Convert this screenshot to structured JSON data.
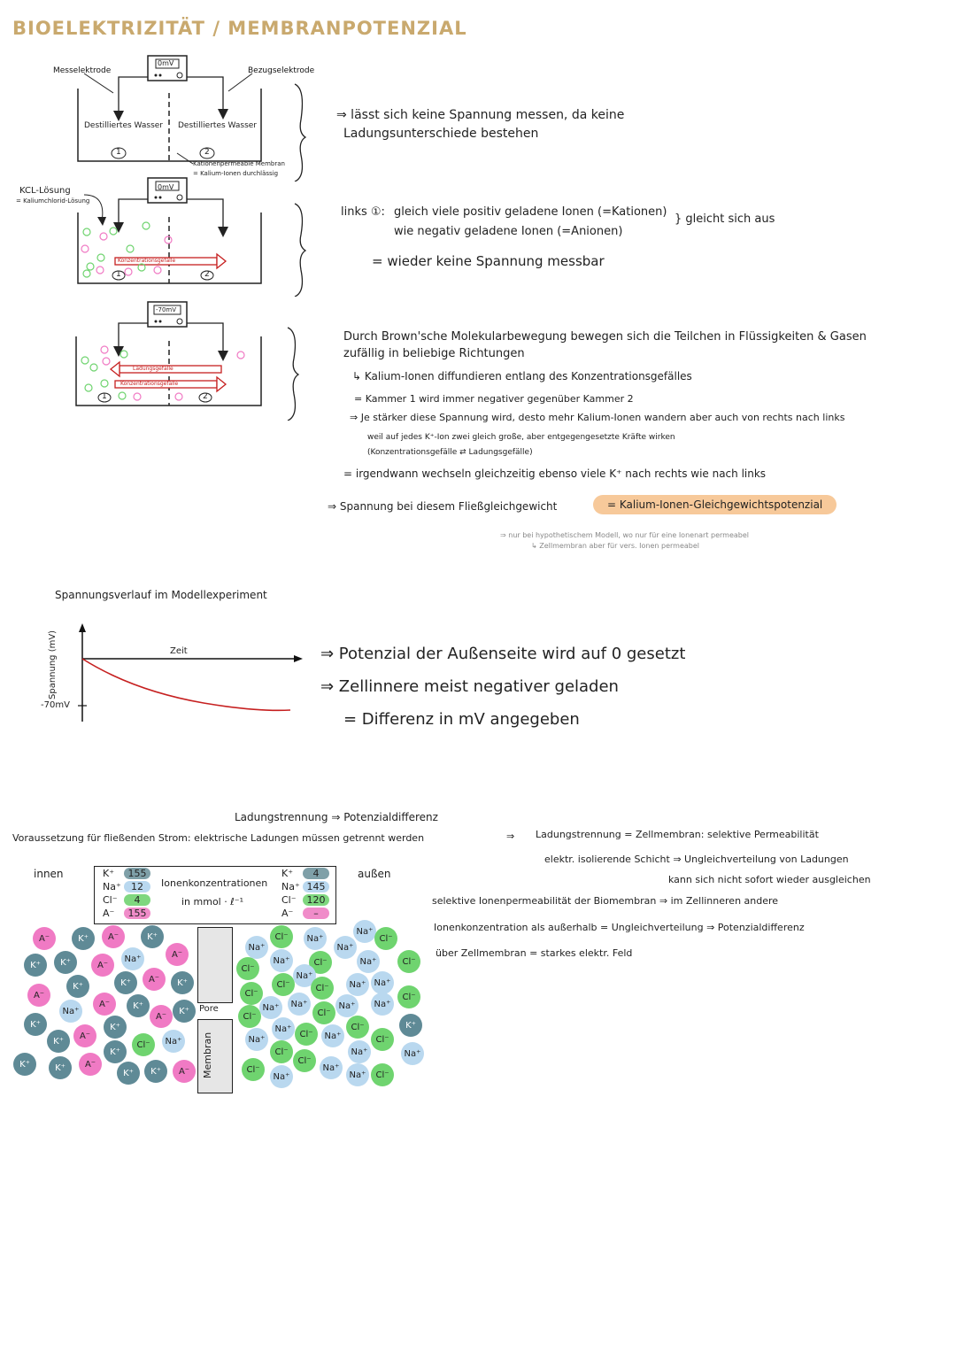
{
  "title": "BIOELEKTRIZITÄT / MEMBRANPOTENZIAL",
  "setup1": {
    "meter": "0mV",
    "left_label": "Messelektrode",
    "right_label": "Bezugselektrode",
    "left_chamber": "Destilliertes Wasser",
    "right_chamber": "Destilliertes Wasser",
    "num1": "1",
    "num2": "2",
    "membrane": "Kationenpermeable Membran",
    "membrane_sub": "= Kalium-Ionen durchlässig"
  },
  "setup2": {
    "meter": "0mV",
    "kcl": "KCL-Lösung",
    "kcl_sub": "= Kaliumchlorid-Lösung",
    "arrow": "Konzentrationsgefälle",
    "num1": "1",
    "num2": "2"
  },
  "setup3": {
    "meter": "-70mV",
    "arrow_left": "Ladungsgefälle",
    "arrow_right": "Konzentrationsgefälle",
    "num1": "1",
    "num2": "2"
  },
  "note1": {
    "line1": "⇒ lässt sich keine Spannung messen, da keine",
    "line2": "Ladungsunterschiede bestehen"
  },
  "note2": {
    "prefix": "links ①:",
    "line1": "gleich viele positiv geladene Ionen (=Kationen)",
    "line2": "wie negativ geladene Ionen (=Anionen)",
    "brace": "} gleicht sich aus",
    "result": "= wieder keine Spannung messbar"
  },
  "note3": {
    "line1": "Durch Brown'sche Molekularbewegung bewegen sich die Teilchen in Flüssigkeiten & Gasen",
    "line2": "zufällig in beliebige Richtungen",
    "line3": "↳ Kalium-Ionen diffundieren entlang des Konzentrationsgefälles",
    "line4": "= Kammer 1 wird immer negativer gegenüber Kammer 2",
    "line5": "⇒ Je stärker diese Spannung wird, desto mehr Kalium-Ionen wandern aber auch von rechts nach links",
    "line6": "weil auf jedes K⁺-Ion zwei gleich große, aber entgegengesetzte Kräfte wirken",
    "line7": "(Konzentrationsgefälle ⇄ Ladungsgefälle)",
    "line8": "= irgendwann wechseln gleichzeitig ebenso viele K⁺ nach rechts wie nach links",
    "line9": "⇒ Spannung bei diesem Fließgleichgewicht",
    "highlight": "= Kalium-Ionen-Gleichgewichtspotenzial",
    "foot1": "⇒ nur bei hypothetischem Modell, wo nur für eine Ionenart permeabel",
    "foot2": "↳ Zellmembran aber für vers. Ionen permeabel"
  },
  "graph": {
    "title": "Spannungsverlauf im Modellexperiment",
    "ylabel": "Spannung (mV)",
    "xlabel": "Zeit",
    "ytick": "-70mV"
  },
  "graph_notes": {
    "line1": "⇒ Potenzial der Außenseite wird auf 0 gesetzt",
    "line2": "⇒ Zellinnere meist negativer geladen",
    "line3": "= Differenz in mV angegeben"
  },
  "section2": {
    "heading": "Ladungstrennung ⇒ Potenzialdifferenz",
    "line1": "Voraussetzung für fließenden Strom: elektrische Ladungen müssen getrennt werden",
    "arrow_text": "Ladungstrennung = Zellmembran: selektive Permeabilität",
    "line2": "elektr. isolierende Schicht ⇒ Ungleichverteilung von Ladungen",
    "line3": "kann sich nicht sofort wieder ausgleichen",
    "line4": "selektive Ionenpermeabilität der Biomembran ⇒ im Zellinneren andere",
    "line5": "Ionenkonzentration als außerhalb = Ungleichverteilung ⇒ Potenzialdifferenz",
    "line6": "über Zellmembran = starkes elektr. Feld"
  },
  "table": {
    "inside": "innen",
    "outside": "außen",
    "center1": "Ionenkonzentrationen",
    "center2": "in mmol · ℓ⁻¹",
    "left": [
      {
        "ion": "K⁺",
        "val": "155",
        "color": "#7fa0a8"
      },
      {
        "ion": "Na⁺",
        "val": "12",
        "color": "#b9d8ef"
      },
      {
        "ion": "Cl⁻",
        "val": "4",
        "color": "#7fd77f"
      },
      {
        "ion": "A⁻",
        "val": "155",
        "color": "#f08cc9"
      }
    ],
    "right": [
      {
        "ion": "K⁺",
        "val": "4",
        "color": "#7fa0a8"
      },
      {
        "ion": "Na⁺",
        "val": "145",
        "color": "#b9d8ef"
      },
      {
        "ion": "Cl⁻",
        "val": "120",
        "color": "#7fd77f"
      },
      {
        "ion": "A⁻",
        "val": "–",
        "color": "#f08cc9"
      }
    ],
    "pore": "Pore",
    "membrane": "Membran"
  },
  "colors": {
    "K": "#5f8a96",
    "Na": "#b9d8ef",
    "Cl": "#6fd46f",
    "A": "#f07ac4",
    "title": "#c9a96e",
    "red": "#c62020",
    "highlight": "#f7c99a"
  }
}
